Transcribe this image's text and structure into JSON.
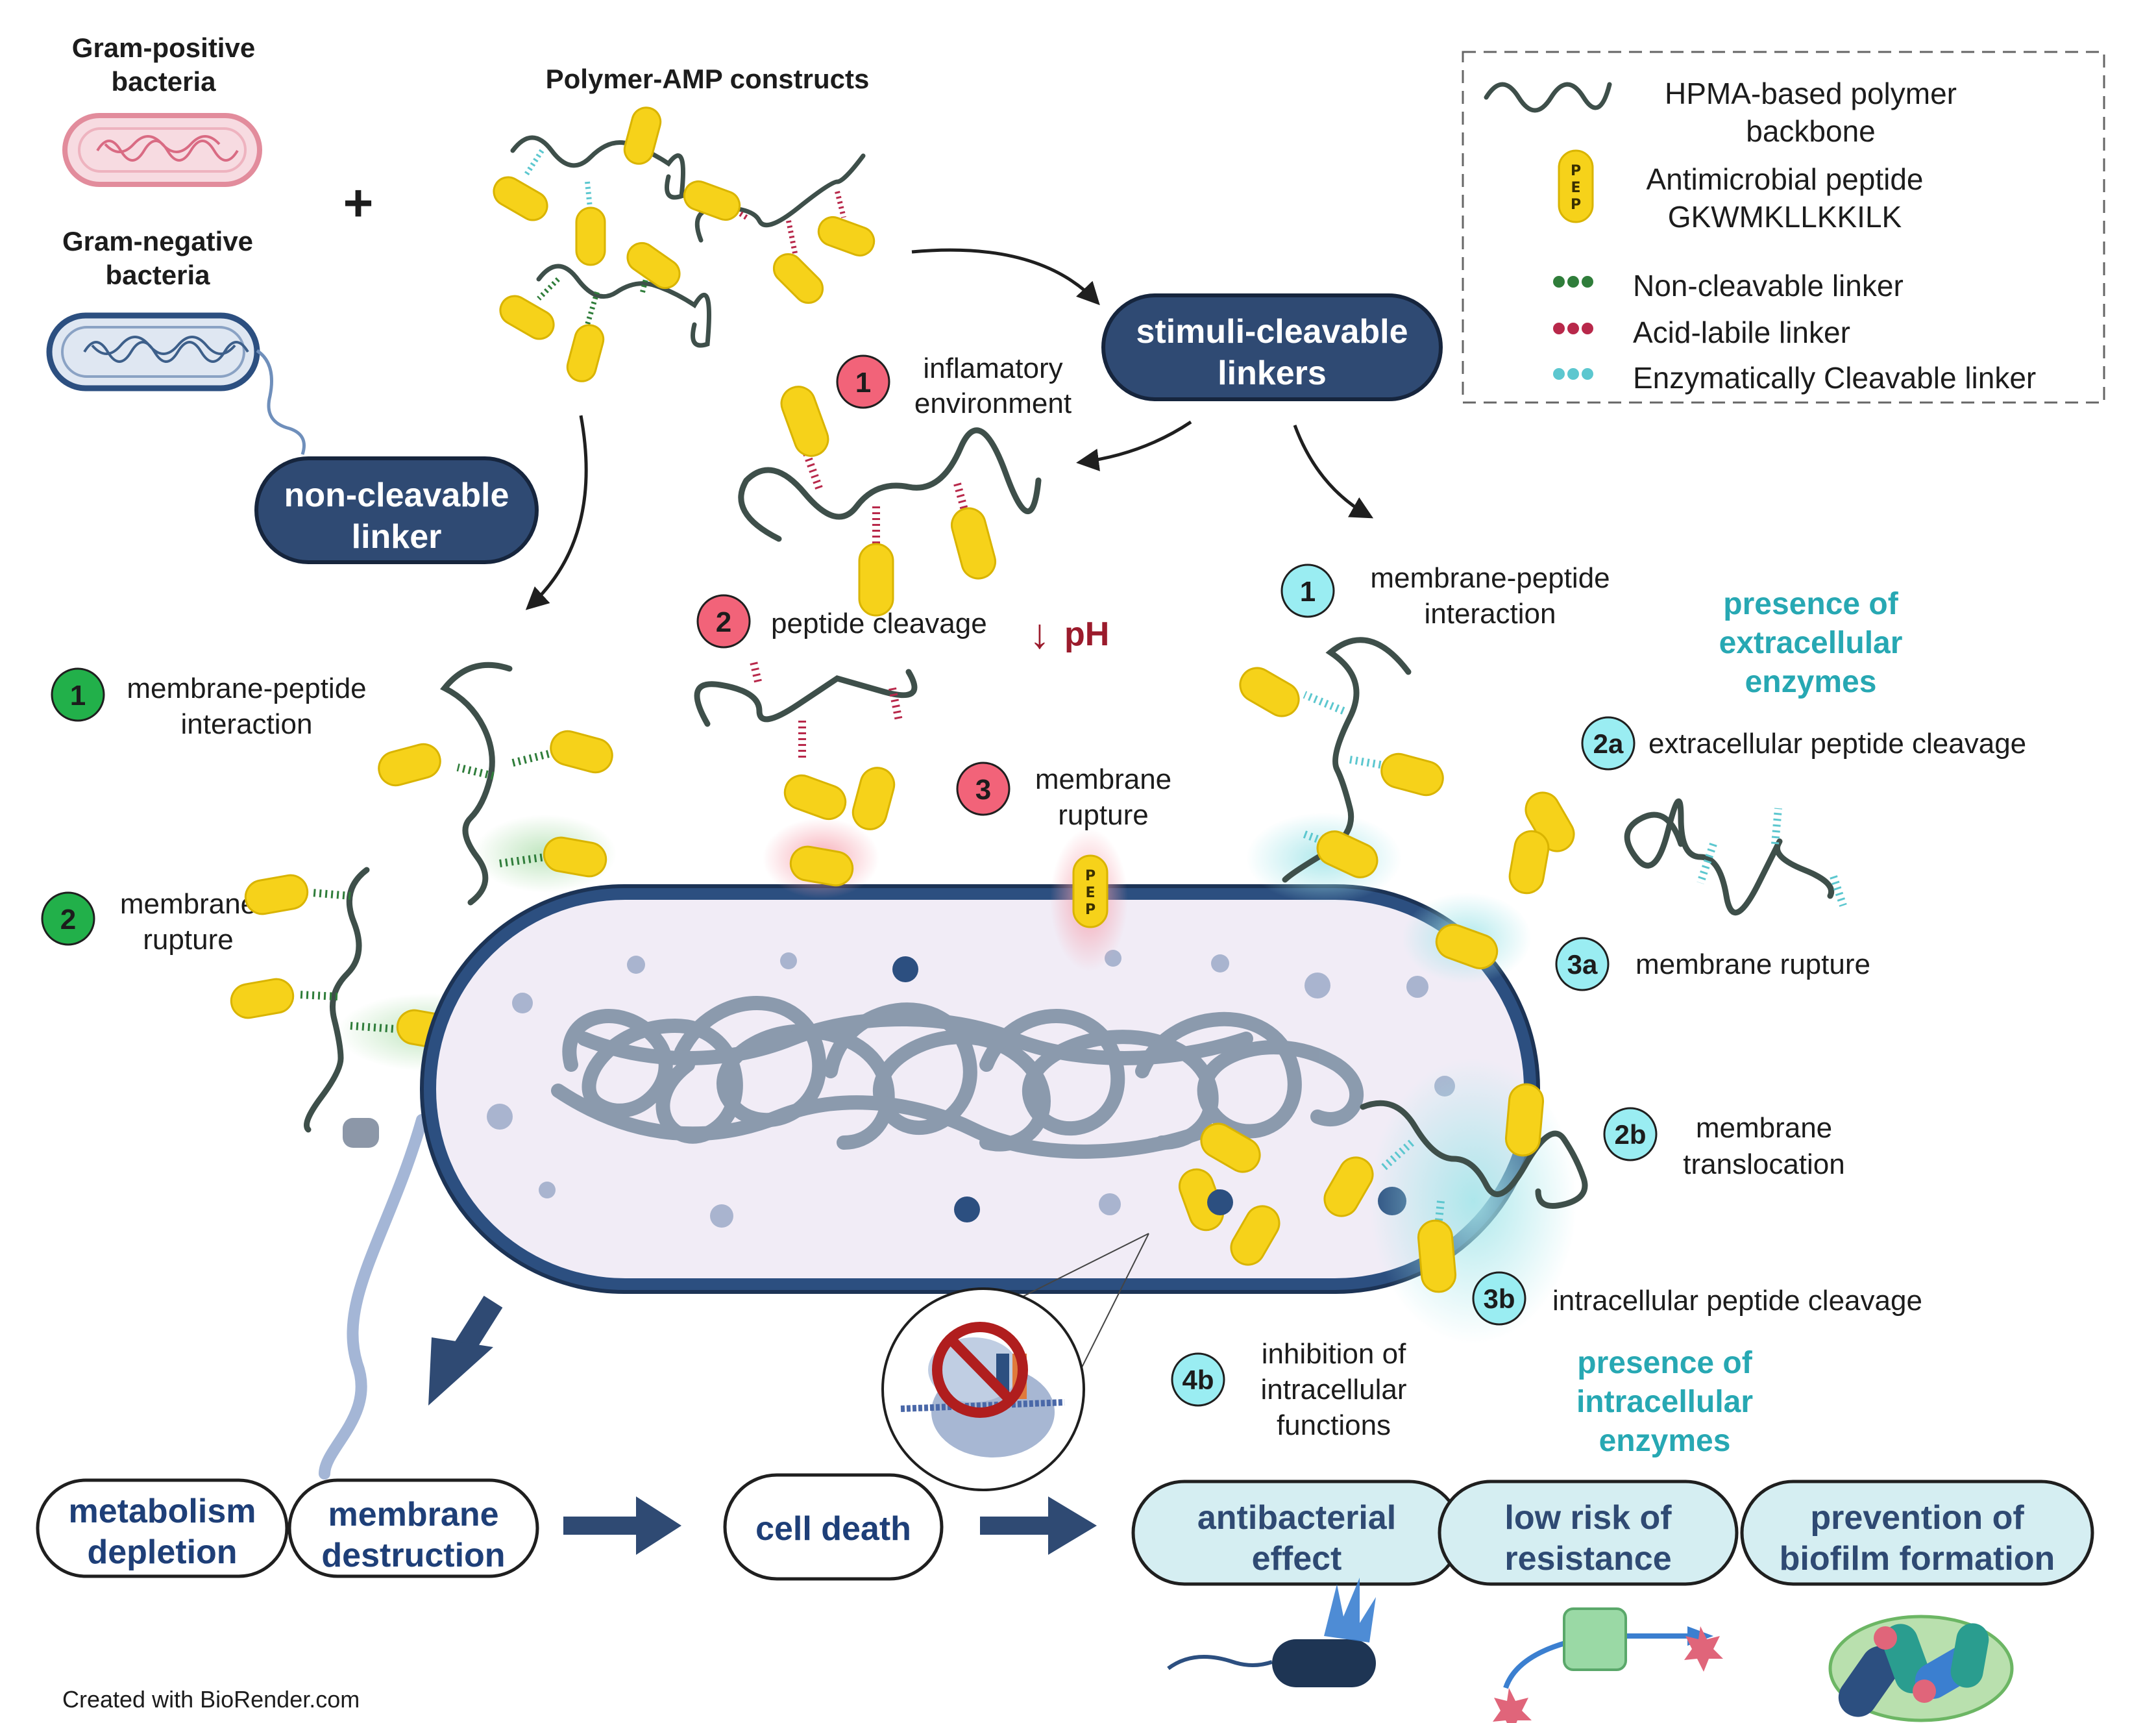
{
  "organisms": {
    "gram_positive": [
      "Gram-positive",
      "bacteria"
    ],
    "gram_negative": [
      "Gram-negative",
      "bacteria"
    ],
    "plus": "+"
  },
  "constructs_title": "Polymer-AMP constructs",
  "pep_label": "PEP",
  "legend": {
    "backbone": [
      "HPMA-based polymer",
      "backbone"
    ],
    "peptide": [
      "Antimicrobial peptide",
      "GKWMKLLKKILK"
    ],
    "non_cleavable": "Non-cleavable linker",
    "acid_labile": "Acid-labile linker",
    "enzymatic": "Enzymatically Cleavable linker"
  },
  "pills": {
    "stimuli": [
      "stimuli-cleavable",
      "linkers"
    ],
    "noncleavable": [
      "non-cleavable",
      "linker"
    ]
  },
  "acid_path": {
    "step1_num": "1",
    "step1": [
      "inflamatory",
      "environment"
    ],
    "step2_num": "2",
    "step2": "peptide cleavage",
    "ph_arrow": "↓",
    "ph": "pH",
    "step3_num": "3",
    "step3": [
      "membrane",
      "rupture"
    ]
  },
  "noncleavable_path": {
    "step1_num": "1",
    "step1": [
      "membrane-peptide",
      "interaction"
    ],
    "step2_num": "2",
    "step2": [
      "membrane",
      "rupture"
    ]
  },
  "enzyme_path": {
    "step1_num": "1",
    "step1": [
      "membrane-peptide",
      "interaction"
    ],
    "extracellular": [
      "presence of",
      "extracellular",
      "enzymes"
    ],
    "step2a_num": "2a",
    "step2a": "extracellular peptide cleavage",
    "step3a_num": "3a",
    "step3a": "membrane rupture",
    "step2b_num": "2b",
    "step2b": [
      "membrane",
      "translocation"
    ],
    "step3b_num": "3b",
    "step3b": "intracellular peptide cleavage",
    "step4b_num": "4b",
    "step4b": [
      "inhibition of",
      "intracellular",
      "functions"
    ],
    "intracellular": [
      "presence of",
      "intracellular",
      "enzymes"
    ]
  },
  "outcomes": {
    "metabolism": [
      "metabolism",
      "depletion"
    ],
    "membrane": [
      "membrane",
      "destruction"
    ],
    "cell_death": "cell death",
    "antibacterial": [
      "antibacterial",
      "effect"
    ],
    "resistance": [
      "low risk of",
      "resistance"
    ],
    "biofilm": [
      "prevention of",
      "biofilm formation"
    ]
  },
  "credit": "Created with BioRender.com",
  "colors": {
    "pill_navy": "#2f4a73",
    "navy_text": "#1e3f78",
    "acid": "#b8284a",
    "acid_badge": "#f26379",
    "green": "#2f7d3a",
    "green_badge": "#22b04a",
    "cyan": "#5cc7cf",
    "cyan_badge": "#9aedf2",
    "teal_text": "#27a8b3",
    "peptide": "#f6d21a",
    "backbone": "#3e4f4a",
    "membrane": "#2c4f80",
    "cytoplasm": "#f1ecf6",
    "dna": "#8092a6",
    "ph_red": "#9b1b2c"
  }
}
